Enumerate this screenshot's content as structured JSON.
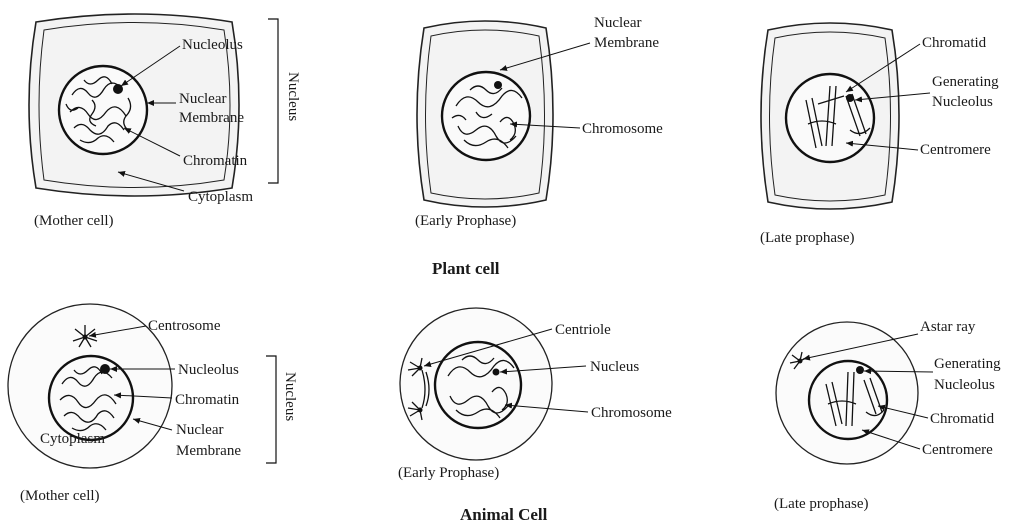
{
  "sections": {
    "plant_title": "Plant cell",
    "animal_title": "Animal Cell"
  },
  "plant": {
    "mother": {
      "caption": "(Mother cell)",
      "nucleolus": "Nucleolus",
      "nuclear_membrane_1": "Nuclear",
      "nuclear_membrane_2": "Membrane",
      "chromatin": "Chromatin",
      "cytoplasm": "Cytoplasm",
      "nucleus_bracket": "Nucleus"
    },
    "early": {
      "caption": "(Early Prophase)",
      "nuclear_membrane_1": "Nuclear",
      "nuclear_membrane_2": "Membrane",
      "chromosome": "Chromosome"
    },
    "late": {
      "caption": "(Late prophase)",
      "chromatid": "Chromatid",
      "generating_1": "Generating",
      "generating_2": "Nucleolus",
      "centromere": "Centromere"
    }
  },
  "animal": {
    "mother": {
      "caption": "(Mother cell)",
      "centrosome": "Centrosome",
      "nucleolus": "Nucleolus",
      "chromatin": "Chromatin",
      "cytoplasm": "Cytoplasm",
      "nuclear_membrane_1": "Nuclear",
      "nuclear_membrane_2": "Membrane",
      "nucleus_bracket": "Nucleus"
    },
    "early": {
      "caption": "(Early Prophase)",
      "centriole": "Centriole",
      "nucleus": "Nucleus",
      "chromosome": "Chromosome"
    },
    "late": {
      "caption": "(Late prophase)",
      "astar_ray": "Astar ray",
      "generating_1": "Generating",
      "generating_2": "Nucleolus",
      "chromatid": "Chromatid",
      "centromere": "Centromere"
    }
  }
}
